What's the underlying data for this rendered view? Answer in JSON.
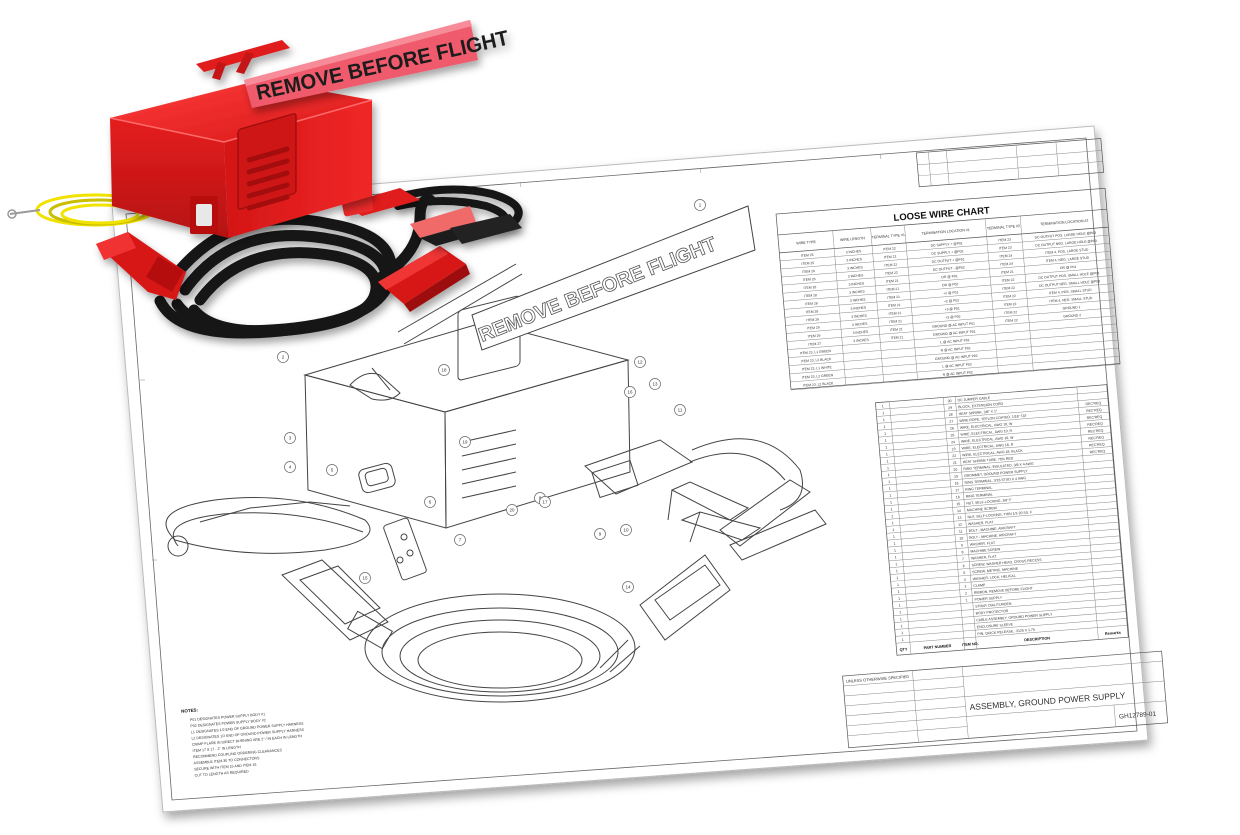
{
  "banner_text": "REMOVE BEFORE FLIGHT",
  "drawing": {
    "loose_wire_chart": {
      "title": "LOOSE WIRE CHART",
      "headers": [
        "WIRE TYPE",
        "WIRE LENGTH",
        "TERMINAL TYPE #1",
        "TERMINATION LOCATION #1",
        "TERMINAL TYPE #2",
        "TERMINATION LOCATION #2"
      ],
      "rows": [
        [
          "ITEM 25",
          "3 INCHES",
          "ITEM 22",
          "DC SUPPLY + @P01",
          "ITEM 23",
          "DC OUTPUT POS. LARGE HOLE @P03"
        ],
        [
          "ITEM 25",
          "3 INCHES",
          "ITEM 22",
          "DC SUPPLY + @P02",
          "ITEM 23",
          "DC OUTPUT NEG. LARGE HOLE @P03"
        ],
        [
          "ITEM 26",
          "3 INCHES",
          "ITEM 22",
          "DC OUTPUT + @P01",
          "ITEM 24",
          "ITEM 4, POS. LARGE STUD"
        ],
        [
          "ITEM 26",
          "3 INCHES",
          "ITEM 22",
          "DC OUTPUT - @P02",
          "ITEM 24",
          "ITEM 4, NEG. LARGE STUD"
        ],
        [
          "ITEM 28",
          "3 INCHES",
          "ITEM 21",
          "OR @ P01",
          "ITEM 21",
          "OR @ P01"
        ],
        [
          "ITEM 28",
          "3 INCHES",
          "ITEM 21",
          "OR @ P02",
          "ITEM 22",
          "DC OUTPUT POS. SMALL HOLE @P03"
        ],
        [
          "ITEM 28",
          "3 INCHES",
          "ITEM 21",
          "+2 @ P01",
          "ITEM 22",
          "DC OUTPUT NEG. SMALL HOLE @P03"
        ],
        [
          "ITEM 28",
          "3 INCHES",
          "ITEM 21",
          "+2 @ P02",
          "ITEM 22",
          "ITEM 4, POS. SMALL STUD"
        ],
        [
          "ITEM 29",
          "3 INCHES",
          "ITEM 21",
          "+3 @ P01",
          "ITEM 22",
          "ITEM 4, NEG. SMALL STUD"
        ],
        [
          "ITEM 29",
          "3 INCHES",
          "ITEM 21",
          "+3 @ P02",
          "ITEM 22",
          "GROUND 1"
        ],
        [
          "ITEM 29",
          "3 INCHES",
          "ITEM 21",
          "GROUND @ AC INPUT P01",
          "ITEM 22",
          "GROUND 2"
        ],
        [
          "ITEM 27",
          "3 INCHES",
          "ITEM 21",
          "GROUND @ AC INPUT P01",
          "",
          ""
        ],
        [
          "ITEM 23, L1 GREEN",
          "",
          "",
          "L @ AC INPUT P01",
          "",
          ""
        ],
        [
          "ITEM 23, L2 BLACK",
          "",
          "",
          "N @ AC INPUT P01",
          "",
          ""
        ],
        [
          "ITEM 23, L1 WHITE",
          "",
          "",
          "GROUND @ AC INPUT P02",
          "",
          ""
        ],
        [
          "ITEM 23, L2 GREEN",
          "",
          "",
          "L @ AC INPUT P02",
          "",
          ""
        ],
        [
          "ITEM 23, L2 BLACK",
          "",
          "",
          "N @ AC INPUT P02",
          "",
          ""
        ]
      ]
    },
    "parts_list": {
      "headers": [
        "QTY",
        "PART NUMBER",
        "ITEM NO.",
        "DESCRIPTION",
        "Remarks"
      ],
      "rows": [
        [
          "1",
          "",
          "30",
          "DC JUMPER CABLE",
          ""
        ],
        [
          "1",
          "",
          "29",
          "BLOCK, EXTENSION CORD",
          ""
        ],
        [
          "1",
          "",
          "28",
          "HEAT SHRINK, 3/8\" X 1\"",
          "REC'REQ"
        ],
        [
          "1",
          "",
          "27",
          "WIRE ROPE, TEFLON COATED, 1/16\" TAT",
          "REC'REQ"
        ],
        [
          "1",
          "",
          "26",
          "WIRE, ELECTRICAL, AWG 10, W",
          "REC'REQ"
        ],
        [
          "1",
          "",
          "25",
          "WIRE, ELECTRICAL, AWG 10, R",
          "REC'REQ"
        ],
        [
          "1",
          "",
          "24",
          "WIRE, ELECTRICAL, AWG 16, W",
          "REC'REQ"
        ],
        [
          "1",
          "",
          "23",
          "WIRE, ELECTRICAL, AWG 16, R",
          "REC'REQ"
        ],
        [
          "1",
          "",
          "22",
          "WIRE, ELECTRICAL, AWG 18, BLACK",
          "REC'REQ"
        ],
        [
          "1",
          "",
          "21",
          "HEAT SHRINK TUBE, 75% RED",
          "REC'REQ"
        ],
        [
          "1",
          "",
          "20",
          "RING TERMINAL, INSULATED, 3/8 X 4 AWG",
          ""
        ],
        [
          "1",
          "",
          "19",
          "GROMMET, GROUND POWER SUPPLY",
          ""
        ],
        [
          "1",
          "",
          "18",
          "RING TERMINAL, 3/16 STUD X 4 AWG",
          ""
        ],
        [
          "1",
          "",
          "17",
          "RING TERMINAL",
          ""
        ],
        [
          "1",
          "",
          "16",
          "RING TERMINAL",
          ""
        ],
        [
          "1",
          "",
          "15",
          "NUT, SELF-LOCKING, 3/8\" F",
          ""
        ],
        [
          "1",
          "",
          "14",
          "MACHINE SCREW",
          ""
        ],
        [
          "1",
          "",
          "13",
          "NUT, SELF-LOCKING, THIN 1/2-20 SS, F",
          ""
        ],
        [
          "1",
          "",
          "12",
          "WASHER, FLAT",
          ""
        ],
        [
          "1",
          "",
          "11",
          "BOLT - MACHINE, AIRCRAFT",
          ""
        ],
        [
          "1",
          "",
          "10",
          "BOLT - MACHINE, AIRCRAFT",
          ""
        ],
        [
          "1",
          "",
          "9",
          "WASHER, FLAT",
          ""
        ],
        [
          "1",
          "",
          "8",
          "MACHINE SCREW",
          ""
        ],
        [
          "1",
          "",
          "7",
          "WASHER, FLAT",
          ""
        ],
        [
          "1",
          "",
          "6",
          "SCREW, WASHER HEAD, CROSS RECESS",
          ""
        ],
        [
          "1",
          "",
          "5",
          "SCREW, METRIC, MACHINE",
          ""
        ],
        [
          "1",
          "",
          "4",
          "WASHER, LOCK, HELICAL",
          ""
        ],
        [
          "1",
          "",
          "3",
          "CLAMP",
          ""
        ],
        [
          "1",
          "",
          "2",
          "RIBBON, REMOVE BEFORE FLIGHT",
          ""
        ],
        [
          "1",
          "",
          "1",
          "POWER SUPPLY",
          ""
        ],
        [
          "1",
          "",
          "",
          "STRAP, DIAL/TURDEN",
          ""
        ],
        [
          "1",
          "",
          "",
          "BODY PROTECTOR",
          ""
        ],
        [
          "1",
          "",
          "",
          "CABLE ASSEMBLY, GROUND POWER SUPPLY",
          ""
        ],
        [
          "1",
          "",
          "",
          "ENCLOSURE SLEEVE",
          ""
        ],
        [
          "1",
          "",
          "",
          "PIN, QUICK RELEASE, .3125 X 1.75",
          ""
        ]
      ]
    },
    "title_block": {
      "title": "ASSEMBLY, GROUND POWER SUPPLY",
      "unless_note": "UNLESS OTHERWISE SPECIFIED",
      "dwg_no": "GH12789-01"
    },
    "notes": {
      "heading": "NOTES:",
      "lines": [
        "P01 DESIGNATES POWER SUPPLY BODY #1",
        "P02 DESIGNATES POWER SUPPLY BODY #2",
        "L1 DESIGNATES 1/2 END OF GROUND POWER SUPPLY HARNESS",
        "L2 DESIGNATES 1/2 END OF GROUND POWER SUPPLY HARNESS",
        "CRIMP FLARE IN DIRECT BURNING ARE 2\" / IN EACH IN LENGTH",
        "ITEM 17 & 17 - 2\" IN LENGTH",
        "RECOMMEND COUPLING ORDERING CLEARANCES",
        "ASSEMBLE ITEM 30 TO CONNECTORS",
        "SECURE WITH ITEM 15 AND ITEM 16",
        "CUT TO LENGTH AS REQUIRED"
      ]
    },
    "callouts": [
      "1",
      "2",
      "3",
      "4",
      "5",
      "6",
      "7",
      "8",
      "9",
      "10",
      "11",
      "12",
      "13",
      "14",
      "15",
      "16",
      "17",
      "18",
      "19",
      "20"
    ]
  },
  "colors": {
    "product_red": "#e01c1c",
    "product_red_dark": "#a80f0f",
    "banner_pink": "#ef5a6c",
    "cable_black": "#1a1a1a",
    "tether_yellow": "#f4e600",
    "tag_green": "#6bc93c",
    "sheet_line": "#555555"
  }
}
